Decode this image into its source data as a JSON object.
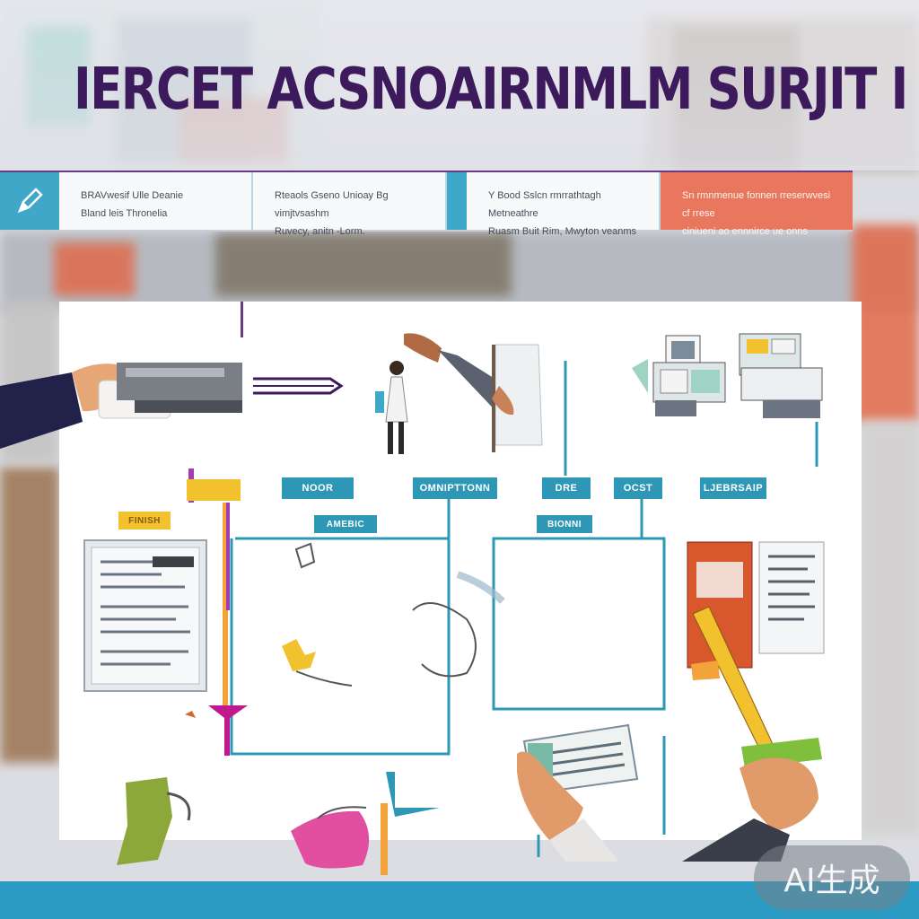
{
  "header": {
    "title": "IERCET ACSNOAIRNMLM SURJIT I"
  },
  "info_strip": {
    "cells": [
      {
        "line1": "BRAVwesif Ulle Deanie",
        "line2": "Bland leis Thronelia"
      },
      {
        "line1": "Rteaols Gseno Unioay Bg vimjtvsashm",
        "line2": "Ruvecy, anitn -Lorm."
      },
      {
        "line1": "Y Bood Sslcn rmrrathtagh Metneathre",
        "line2": "Ruasm Buit Rim, Mwyton veanms"
      },
      {
        "line1": "Sn rmnmenue fonnen rreserwvesi cf rrese",
        "line2": "ciniueni ao ennnirce ue onns"
      }
    ]
  },
  "diagram": {
    "tags": [
      {
        "id": "gold-left",
        "text": ""
      },
      {
        "id": "noor",
        "text": "NOOR"
      },
      {
        "id": "amebic",
        "text": "AMEBIC"
      },
      {
        "id": "omniptton",
        "text": "OMNIPTTONN"
      },
      {
        "id": "dre",
        "text": "DRE"
      },
      {
        "id": "bionni",
        "text": "BIONNI"
      },
      {
        "id": "ocst",
        "text": "OCST"
      },
      {
        "id": "ljebrsaip",
        "text": "LJEBRSAIP"
      },
      {
        "id": "small-gold",
        "text": "FINISH"
      }
    ]
  },
  "watermark": {
    "text": "AI生成"
  },
  "colors": {
    "title": "#3d1a5c",
    "teal": "#2e97b6",
    "coral": "#e8775e",
    "gold": "#f2c12e",
    "magenta": "#c2188f",
    "purple": "#6a3a82"
  }
}
